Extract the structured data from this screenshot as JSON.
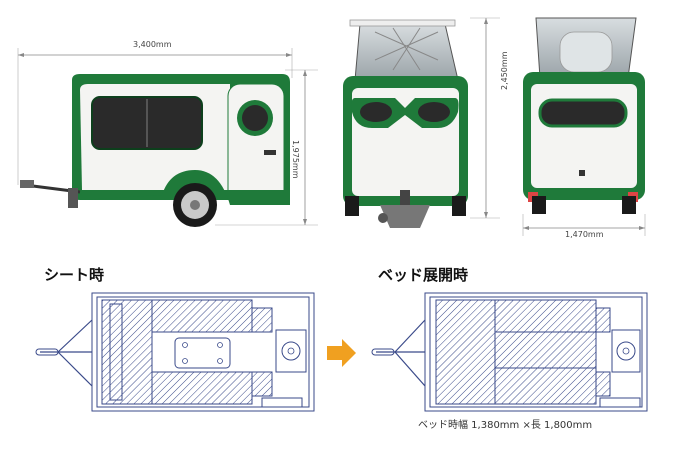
{
  "dimensions": {
    "length": "3,400mm",
    "height_closed": "1,975mm",
    "height_open": "2,450mm",
    "width": "1,470mm"
  },
  "plans": {
    "seat_mode_label": "シート時",
    "bed_mode_label": "ベッド展開時",
    "bed_size_caption": "ベッド時幅 1,380mm ×長 1,800mm"
  },
  "colors": {
    "body_green": "#1f7a3a",
    "body_white": "#f4f4f2",
    "arrow_orange": "#f0a020",
    "plan_line": "#3a4a8a"
  }
}
